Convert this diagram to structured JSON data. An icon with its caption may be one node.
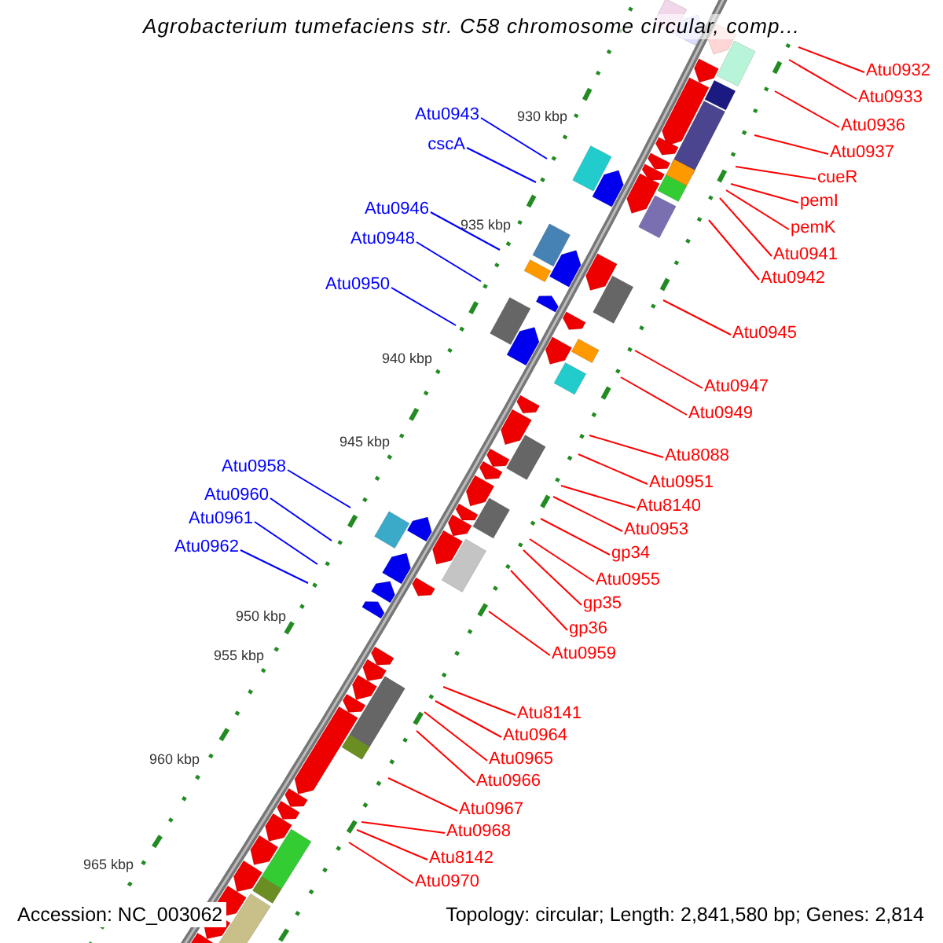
{
  "diagram": {
    "title": "Agrobacterium tumefaciens str. C58 chromosome circular, comp...",
    "nodes": [
      {
        "text": [
          "Atu0943"
        ]
      },
      {
        "text": [
          "cscA"
        ]
      },
      {
        "text": [
          "Atu0946"
        ]
      },
      {
        "text": [
          "Atu0948"
        ]
      },
      {
        "text": [
          "Atu0950"
        ]
      },
      {
        "text": [
          "Atu0958"
        ]
      },
      {
        "text": [
          "Atu0960"
        ]
      },
      {
        "text": [
          "Atu0961"
        ]
      },
      {
        "text": [
          "Atu0962"
        ]
      },
      {
        "text": [
          "Atu0932"
        ]
      },
      {
        "text": [
          "Atu0933"
        ]
      },
      {
        "text": [
          "Atu0936"
        ]
      },
      {
        "text": [
          "Atu0937"
        ]
      },
      {
        "text": [
          "cueR"
        ]
      },
      {
        "text": [
          "pemI"
        ]
      },
      {
        "text": [
          "pemK"
        ]
      },
      {
        "text": [
          "Atu0941"
        ]
      },
      {
        "text": [
          "Atu0942"
        ]
      },
      {
        "text": [
          "Atu0945"
        ]
      },
      {
        "text": [
          "Atu0947"
        ]
      },
      {
        "text": [
          "Atu0949"
        ]
      },
      {
        "text": [
          "Atu8088"
        ]
      },
      {
        "text": [
          "Atu0951"
        ]
      },
      {
        "text": [
          "Atu8140"
        ]
      },
      {
        "text": [
          "Atu0953"
        ]
      },
      {
        "text": [
          "gp34"
        ]
      },
      {
        "text": [
          "Atu0955"
        ]
      },
      {
        "text": [
          "gp35"
        ]
      },
      {
        "text": [
          "gp36"
        ]
      },
      {
        "text": [
          "Atu0959"
        ]
      },
      {
        "text": [
          "Atu8141"
        ]
      },
      {
        "text": [
          "Atu0964"
        ]
      },
      {
        "text": [
          "Atu0965"
        ]
      },
      {
        "text": [
          "Atu0966"
        ]
      },
      {
        "text": [
          "Atu0967"
        ]
      },
      {
        "text": [
          "Atu0968"
        ]
      },
      {
        "text": [
          "Atu8142"
        ]
      },
      {
        "text": [
          "Atu0970"
        ]
      }
    ],
    "edges": [
      {
        "from": 0,
        "to": null,
        "arrow": "none",
        "color": "#0000ff"
      },
      {
        "from": 1,
        "to": null,
        "arrow": "none",
        "color": "#0000ff"
      },
      {
        "from": 2,
        "to": null,
        "arrow": "none",
        "color": "#0000ff"
      },
      {
        "from": 3,
        "to": null,
        "arrow": "none",
        "color": "#0000ff"
      },
      {
        "from": 4,
        "to": null,
        "arrow": "none",
        "color": "#0000ff"
      },
      {
        "from": 5,
        "to": null,
        "arrow": "none",
        "color": "#0000ff"
      },
      {
        "from": 6,
        "to": null,
        "arrow": "none",
        "color": "#0000ff"
      },
      {
        "from": 7,
        "to": null,
        "arrow": "none",
        "color": "#0000ff"
      },
      {
        "from": 8,
        "to": null,
        "arrow": "none",
        "color": "#0000ff"
      },
      {
        "from": 9,
        "to": null,
        "arrow": "none"
      },
      {
        "from": 10,
        "to": null,
        "arrow": "none"
      },
      {
        "from": 11,
        "to": null,
        "arrow": "none"
      },
      {
        "from": 12,
        "to": null,
        "arrow": "none"
      },
      {
        "from": 13,
        "to": null,
        "arrow": "none"
      },
      {
        "from": 14,
        "to": null,
        "arrow": "none"
      },
      {
        "from": 15,
        "to": null,
        "arrow": "none"
      },
      {
        "from": 16,
        "to": null,
        "arrow": "none"
      },
      {
        "from": 17,
        "to": null,
        "arrow": "none"
      },
      {
        "from": 18,
        "to": null,
        "arrow": "none"
      },
      {
        "from": 19,
        "to": null,
        "arrow": "none"
      },
      {
        "from": 20,
        "to": null,
        "arrow": "none"
      },
      {
        "from": 21,
        "to": null,
        "arrow": "none"
      },
      {
        "from": 22,
        "to": null,
        "arrow": "none"
      },
      {
        "from": 23,
        "to": null,
        "arrow": "none"
      },
      {
        "from": 24,
        "to": null,
        "arrow": "none"
      },
      {
        "from": 25,
        "to": null,
        "arrow": "none"
      },
      {
        "from": 26,
        "to": null,
        "arrow": "none"
      },
      {
        "from": 27,
        "to": null,
        "arrow": "none"
      },
      {
        "from": 28,
        "to": null,
        "arrow": "none"
      },
      {
        "from": 29,
        "to": null,
        "arrow": "none"
      },
      {
        "from": 30,
        "to": null,
        "arrow": "none"
      },
      {
        "from": 31,
        "to": null,
        "arrow": "none"
      },
      {
        "from": 32,
        "to": null,
        "arrow": "none"
      },
      {
        "from": 33,
        "to": null,
        "arrow": "none"
      },
      {
        "from": 34,
        "to": null,
        "arrow": "none"
      },
      {
        "from": 35,
        "to": null,
        "arrow": "none"
      },
      {
        "from": 36,
        "to": null,
        "arrow": "none"
      },
      {
        "from": 37,
        "to": null,
        "arrow": "none"
      }
    ],
    "labels": [
      "930 kbp",
      "935 kbp",
      "940 kbp",
      "945 kbp",
      "950 kbp",
      "955 kbp",
      "960 kbp",
      "965 kbp",
      "Accession: NC_003062",
      "Topology: circular; Length: 2,841,580 bp; Genes: 2,814"
    ]
  }
}
